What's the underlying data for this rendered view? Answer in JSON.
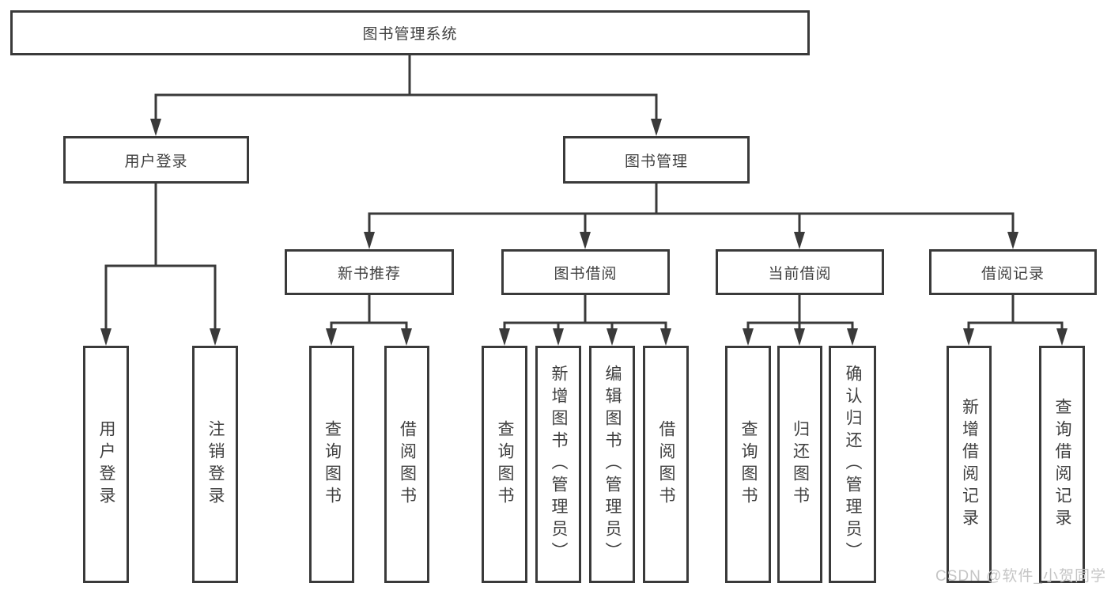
{
  "watermark": "CSDN @软件_小贺同学",
  "colors": {
    "line": "#3a3a3a",
    "box_border": "#3a3a3a",
    "text": "#404040",
    "background": "#ffffff",
    "watermark": "#c5c5c5"
  },
  "tree": {
    "label": "图书管理系统",
    "children": [
      {
        "label": "用户登录",
        "children": [
          {
            "label": "用户登录"
          },
          {
            "label": "注销登录"
          }
        ]
      },
      {
        "label": "图书管理",
        "children": [
          {
            "label": "新书推荐",
            "children": [
              {
                "label": "查询图书"
              },
              {
                "label": "借阅图书"
              }
            ]
          },
          {
            "label": "图书借阅",
            "children": [
              {
                "label": "查询图书"
              },
              {
                "label": "新增图书（管理员）"
              },
              {
                "label": "编辑图书（管理员）"
              },
              {
                "label": "借阅图书"
              }
            ]
          },
          {
            "label": "当前借阅",
            "children": [
              {
                "label": "查询图书"
              },
              {
                "label": "归还图书"
              },
              {
                "label": "确认归还（管理员）"
              }
            ]
          },
          {
            "label": "借阅记录",
            "children": [
              {
                "label": "新增借阅记录"
              },
              {
                "label": "查询借阅记录"
              }
            ]
          }
        ]
      }
    ]
  }
}
